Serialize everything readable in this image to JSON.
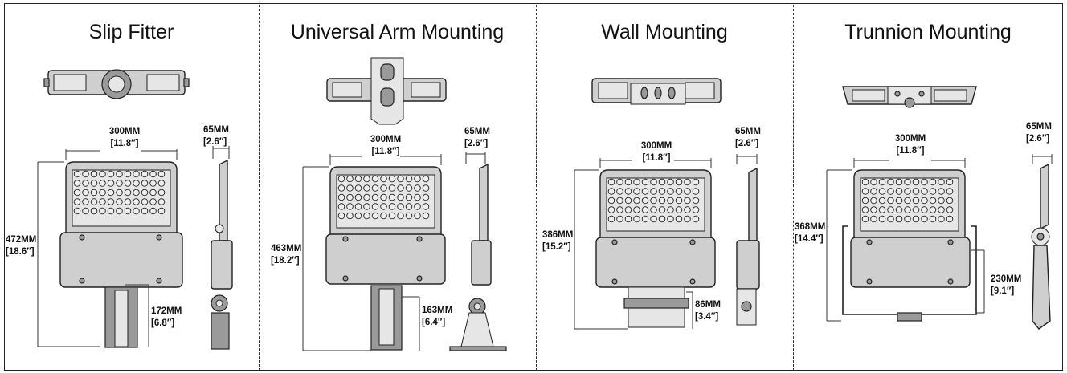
{
  "panels": [
    {
      "title": "Slip Fitter",
      "width_mm": "300MM",
      "width_in": "[11.8″]",
      "depth_mm": "65MM",
      "depth_in": "[2.6″]",
      "height_mm": "472MM",
      "height_in": "[18.6″]",
      "mount_mm": "172MM",
      "mount_in": "[6.8″]"
    },
    {
      "title": "Universal Arm Mounting",
      "width_mm": "300MM",
      "width_in": "[11.8″]",
      "depth_mm": "65MM",
      "depth_in": "[2.6″]",
      "height_mm": "463MM",
      "height_in": "[18.2″]",
      "mount_mm": "163MM",
      "mount_in": "[6.4″]"
    },
    {
      "title": "Wall Mounting",
      "width_mm": "300MM",
      "width_in": "[11.8″]",
      "depth_mm": "65MM",
      "depth_in": "[2.6″]",
      "height_mm": "386MM",
      "height_in": "[15.2″]",
      "mount_mm": "86MM",
      "mount_in": "[3.4″]"
    },
    {
      "title": "Trunnion Mounting",
      "width_mm": "300MM",
      "width_in": "[11.8″]",
      "depth_mm": "65MM",
      "depth_in": "[2.6″]",
      "height_mm": "368MM",
      "height_in": "[14.4″]",
      "mount_mm": "230MM",
      "mount_in": "[9.1″]"
    }
  ]
}
